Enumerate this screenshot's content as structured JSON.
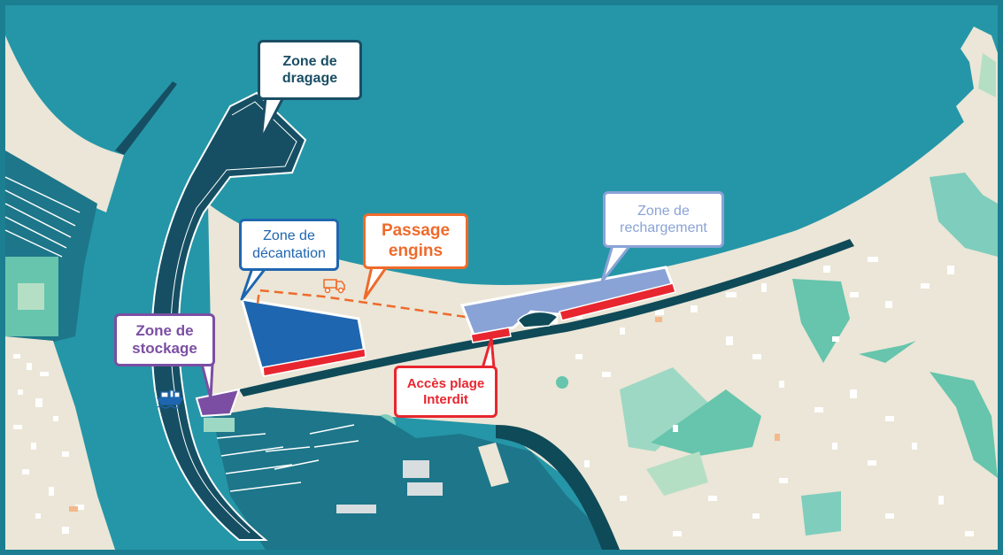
{
  "map": {
    "colors": {
      "frame": "#1b7f91",
      "sea": "#2596a8",
      "beach": "#ebe6d7",
      "jetty": "#164f63",
      "dark_edge": "#0f4a58",
      "vegetation": "#66c5ac",
      "vegetation_light": "#b5dfc5",
      "building": "#ffffff",
      "dragage": "#1a4e65",
      "decantation": "#1f66b0",
      "passage": "#ee6b2c",
      "rechargement": "#8aa3d6",
      "stockage": "#7b4ea3",
      "acces_interdit": "#e8262f"
    },
    "callouts": {
      "dragage": {
        "line1": "Zone de",
        "line2": "dragage"
      },
      "decantation": {
        "line1": "Zone de",
        "line2": "décantation"
      },
      "passage": {
        "line1": "Passage",
        "line2": "engins"
      },
      "rechargement": {
        "line1": "Zone de",
        "line2": "rechargement"
      },
      "stockage": {
        "line1": "Zone de",
        "line2": "stockage"
      },
      "acces": {
        "line1": "Accès plage",
        "line2": "Interdit"
      }
    },
    "icons": {
      "truck": "truck-icon",
      "boat": "dredger-boat-icon"
    }
  }
}
